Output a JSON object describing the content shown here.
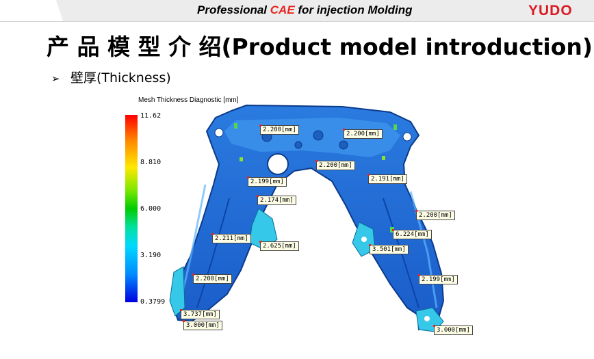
{
  "header": {
    "title_prefix": "Professional ",
    "title_accent": "CAE",
    "title_suffix": " for injection Molding",
    "logo": "YUDO"
  },
  "slide": {
    "title": "产 品 模 型 介 绍(Product model introduction)",
    "bullet_marker": "➢",
    "bullet": "壁厚(Thickness)"
  },
  "diagnostic": {
    "title": "Mesh Thickness Diagnostic [mm]",
    "scale": [
      "11.62",
      "8.810",
      "6.000",
      "3.190",
      "0.3799"
    ]
  },
  "annotations": [
    "2.200[mm]",
    "2.200[mm]",
    "2.200[mm]",
    "2.199[mm]",
    "2.191[mm]",
    "2.174[mm]",
    "2.200[mm]",
    "2.211[mm]",
    "2.625[mm]",
    "6.224[mm]",
    "3.501[mm]",
    "2.200[mm]",
    "2.199[mm]",
    "3.737[mm]",
    "3.000[mm]",
    "3.000[mm]"
  ],
  "colors": {
    "accent": "#e8261e",
    "logo": "#d91c23",
    "model_blue": "#1e6fd9",
    "model_cyan": "#35c8e8"
  }
}
